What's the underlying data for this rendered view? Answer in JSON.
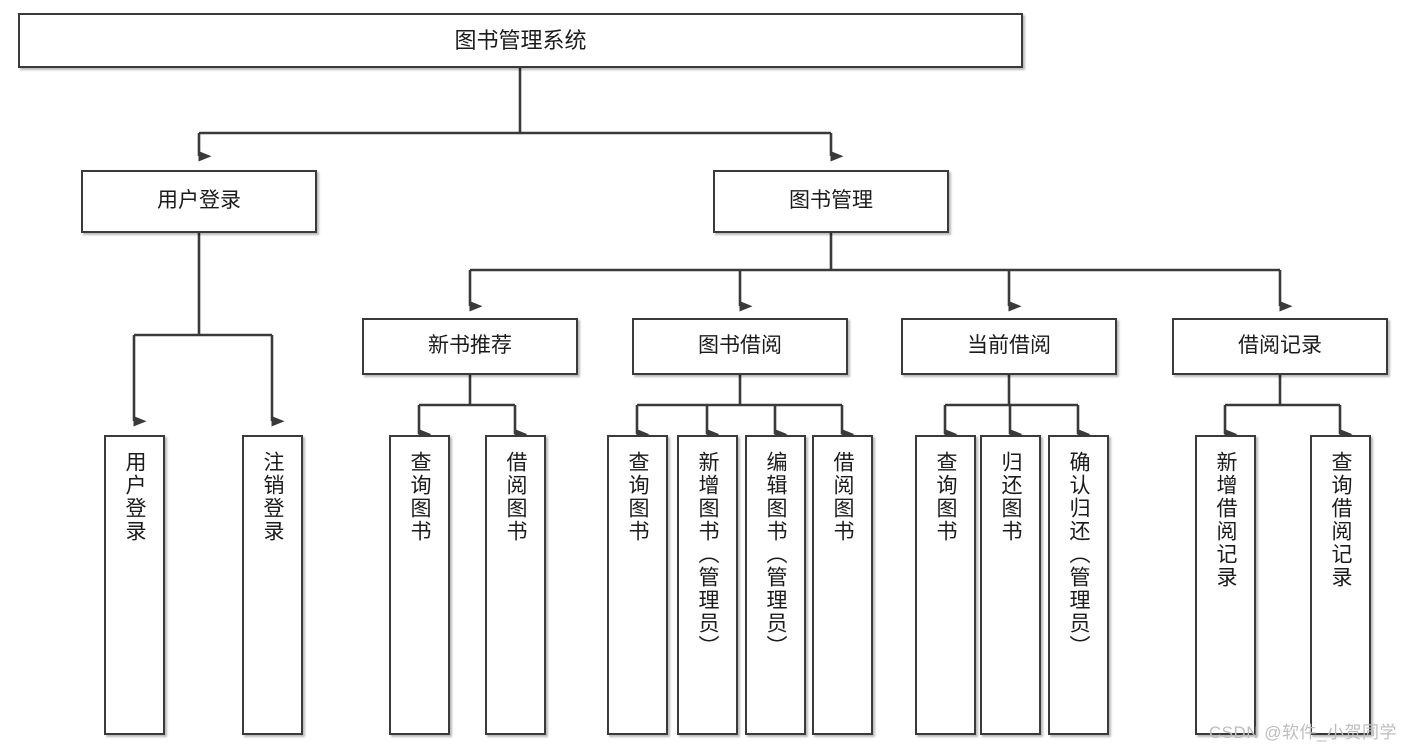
{
  "diagram": {
    "title": "图书管理系统",
    "type": "tree-hierarchy",
    "watermark": "CSDN @软件_小贺同学",
    "colors": {
      "background": "#ffffff",
      "box_border": "#3a3a3a",
      "box_fill": "#ffffff",
      "edge": "#3a3a3a",
      "text": "#1b1b1b",
      "watermark": "#bdbdbd"
    }
  },
  "nodes": {
    "root": {
      "label": "图书管理系统"
    },
    "level2": [
      {
        "label": "用户登录"
      },
      {
        "label": "图书管理"
      }
    ],
    "level3": [
      {
        "label": "新书推荐"
      },
      {
        "label": "图书借阅"
      },
      {
        "label": "当前借阅"
      },
      {
        "label": "借阅记录"
      }
    ],
    "leaves_user_login": [
      {
        "label": "用户登录"
      },
      {
        "label": "注销登录"
      }
    ],
    "leaves_new_book": [
      {
        "label": "查询图书"
      },
      {
        "label": "借阅图书"
      }
    ],
    "leaves_borrow": [
      {
        "label": "查询图书"
      },
      {
        "label": "新增图书（管理员）"
      },
      {
        "label": "编辑图书（管理员）"
      },
      {
        "label": "借阅图书"
      }
    ],
    "leaves_current": [
      {
        "label": "查询图书"
      },
      {
        "label": "归还图书"
      },
      {
        "label": "确认归还（管理员）"
      }
    ],
    "leaves_records": [
      {
        "label": "新增借阅记录"
      },
      {
        "label": "查询借阅记录"
      }
    ]
  }
}
